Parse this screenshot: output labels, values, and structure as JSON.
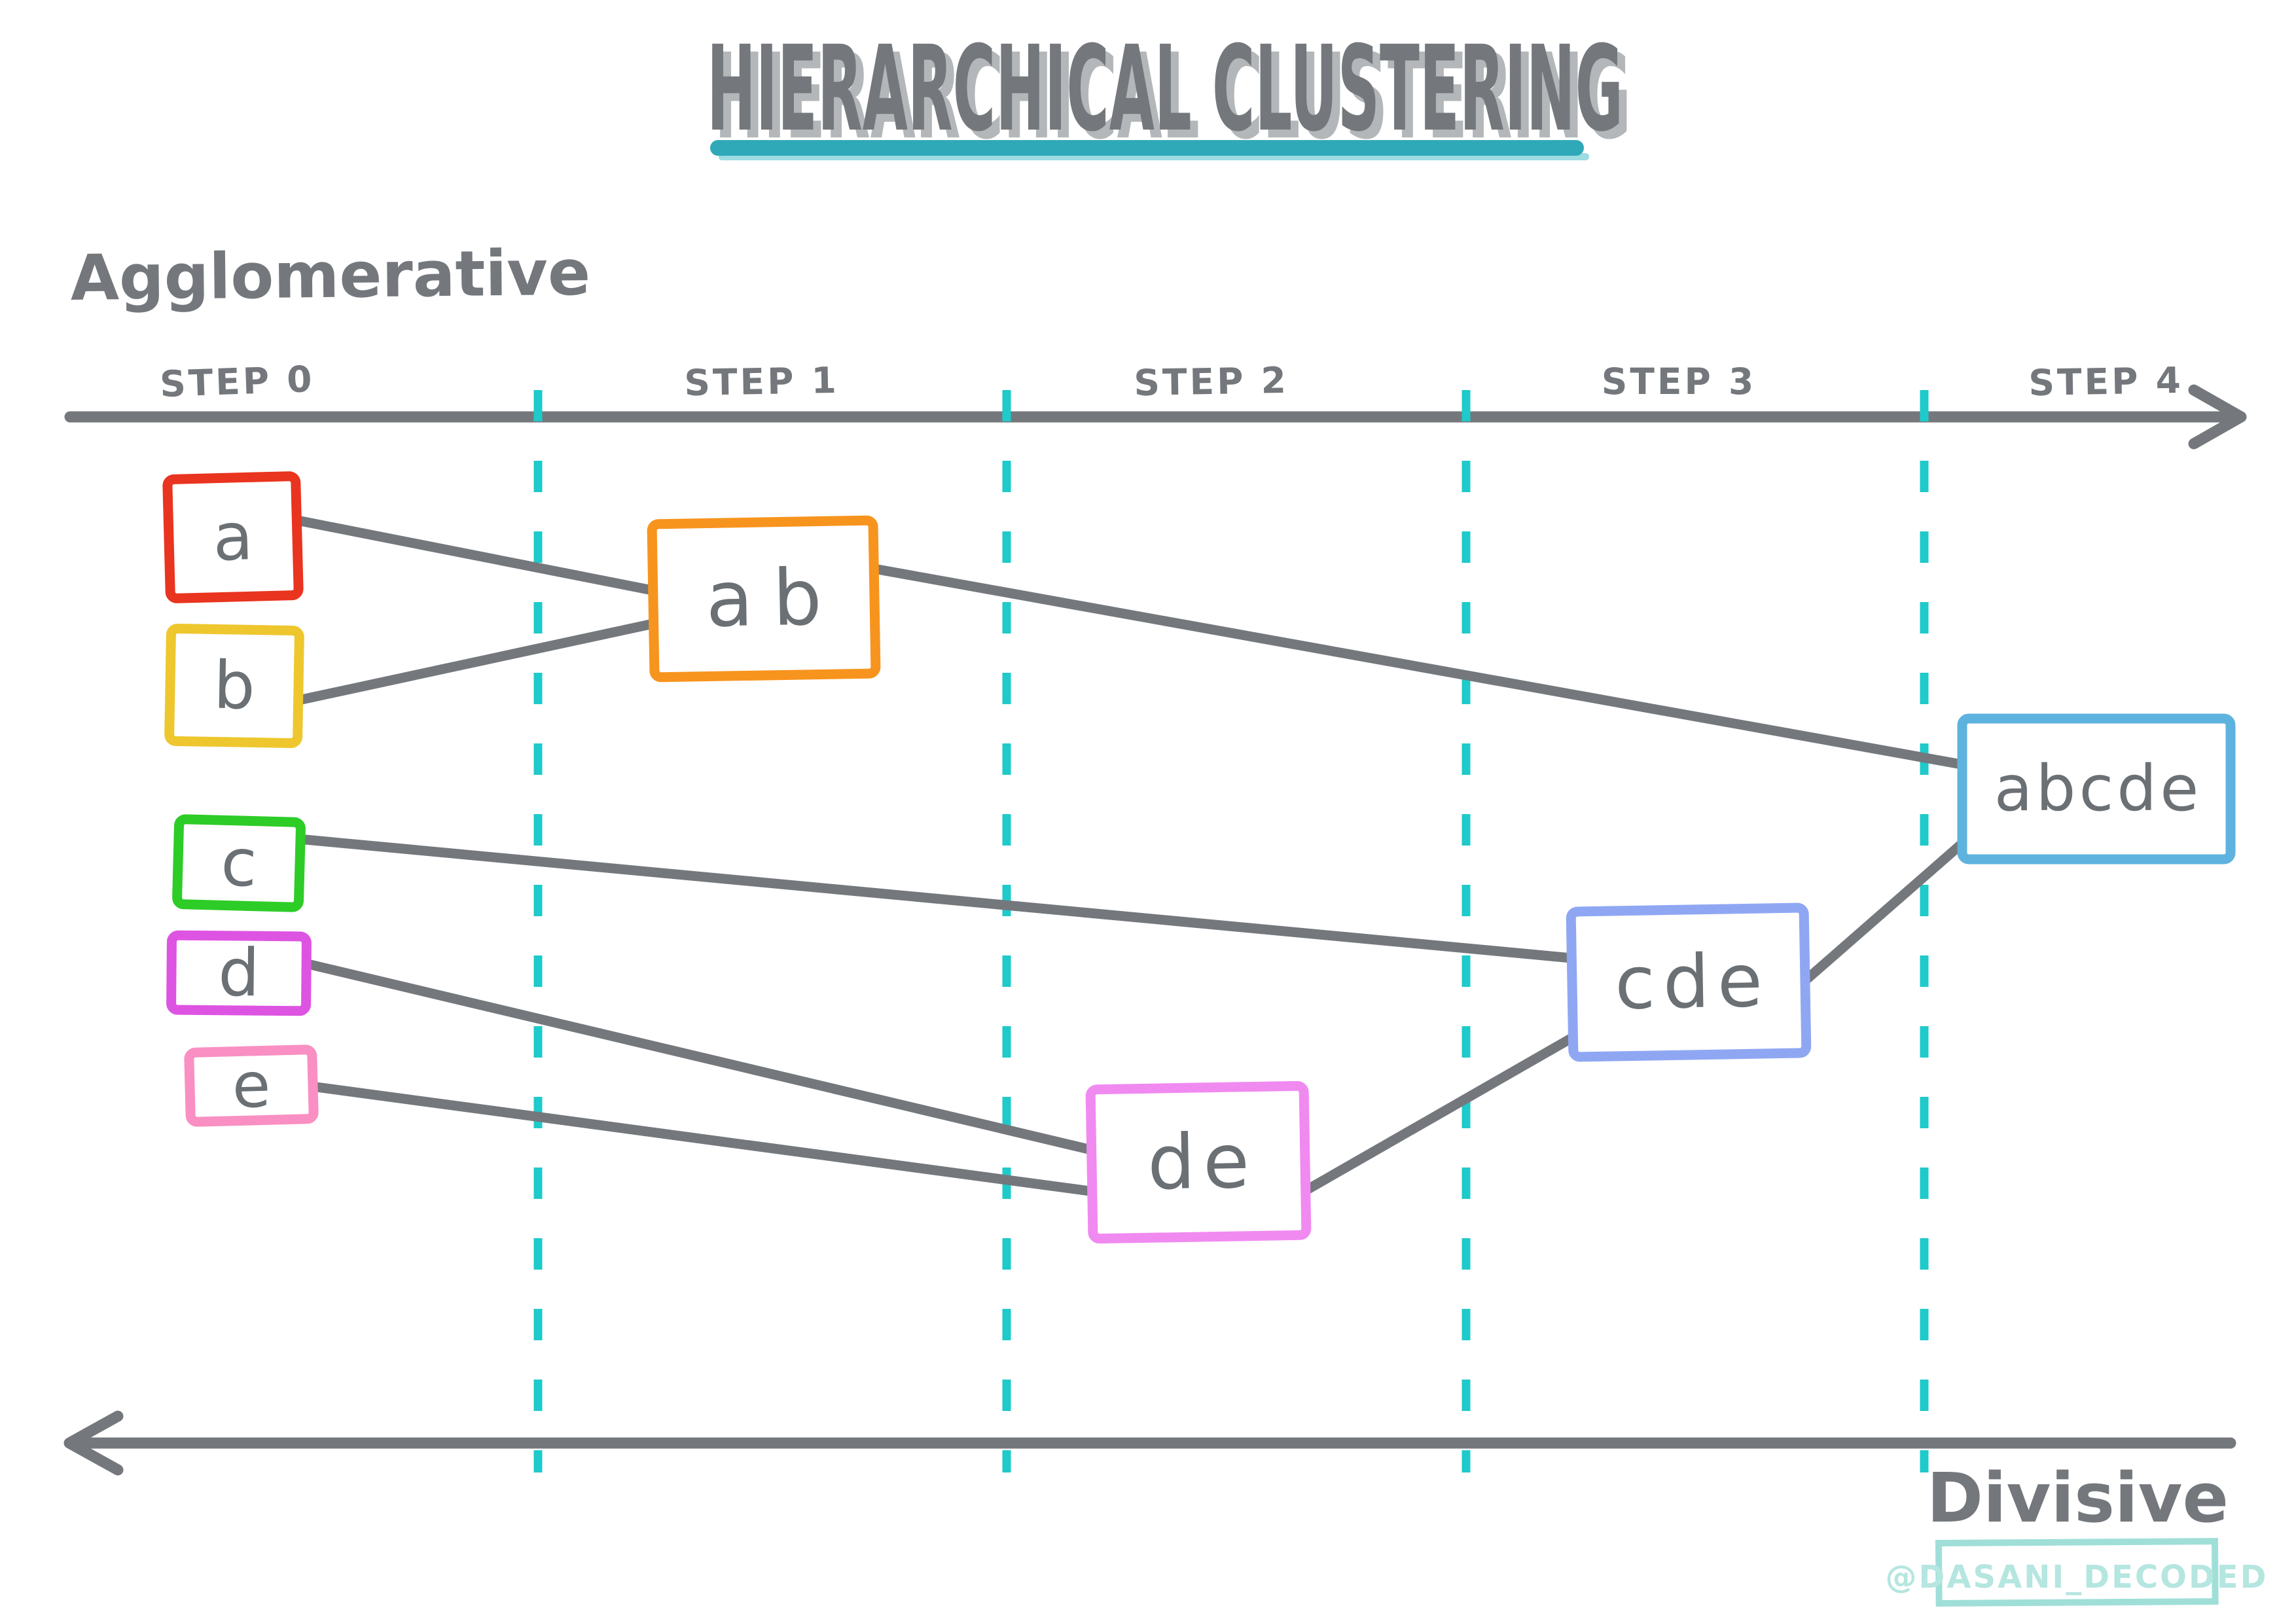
{
  "title": {
    "text": "HIERARCHICAL CLUSTERING"
  },
  "direction_labels": {
    "top": "Agglomerative",
    "bottom": "Divisive"
  },
  "timeline": {
    "steps": [
      "STEP 0",
      "STEP 1",
      "STEP 2",
      "STEP 3",
      "STEP 4"
    ]
  },
  "nodes": [
    {
      "id": "a",
      "label": "a",
      "color": "#e9341f"
    },
    {
      "id": "b",
      "label": "b",
      "color": "#eec72e"
    },
    {
      "id": "c",
      "label": "c",
      "color": "#2dcc27"
    },
    {
      "id": "d",
      "label": "d",
      "color": "#de54e2"
    },
    {
      "id": "e",
      "label": "e",
      "color": "#f98fc2"
    },
    {
      "id": "ab",
      "label": "ab",
      "color": "#f7941e"
    },
    {
      "id": "de",
      "label": "de",
      "color": "#f08af0"
    },
    {
      "id": "cde",
      "label": "cde",
      "color": "#8fa7f3"
    },
    {
      "id": "abcde",
      "label": "abcde",
      "color": "#5db3de"
    }
  ],
  "merges": [
    {
      "from": "a",
      "to": "ab"
    },
    {
      "from": "b",
      "to": "ab"
    },
    {
      "from": "d",
      "to": "de"
    },
    {
      "from": "e",
      "to": "de"
    },
    {
      "from": "c",
      "to": "cde"
    },
    {
      "from": "de",
      "to": "cde"
    },
    {
      "from": "ab",
      "to": "abcde"
    },
    {
      "from": "cde",
      "to": "abcde"
    }
  ],
  "watermark": {
    "text": "@DASANI_DECODED"
  },
  "colors": {
    "ink": "#74787d",
    "ink_shadow": "#b3b7ba",
    "letter": "#6b7075",
    "separator": "#1fcaca",
    "underline": "#2fa9b8",
    "underline_echo": "#9edbe2",
    "watermark": "#b5e6e0",
    "watermark_border": "#9fdfd8"
  }
}
